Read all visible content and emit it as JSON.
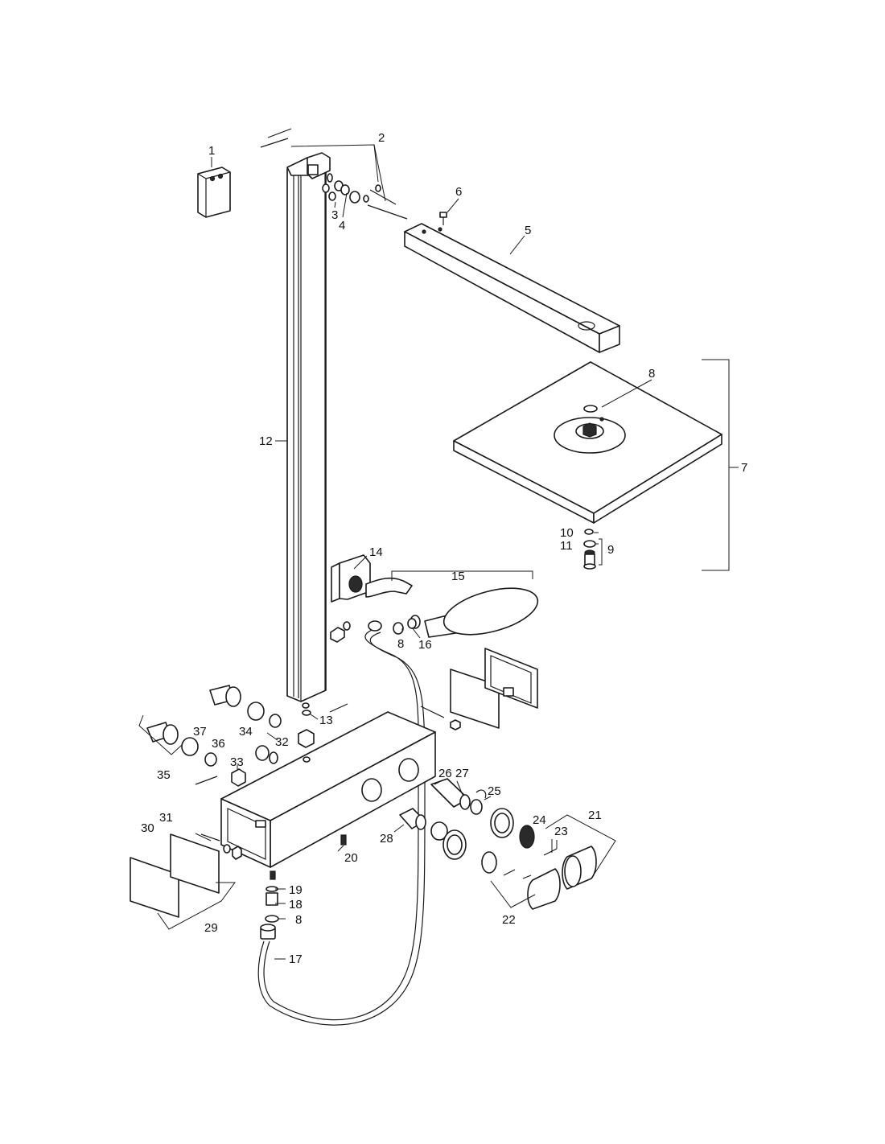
{
  "diagram": {
    "part_labels": [
      {
        "id": "p1",
        "text": "1"
      },
      {
        "id": "p2",
        "text": "2"
      },
      {
        "id": "p3",
        "text": "3"
      },
      {
        "id": "p4",
        "text": "4"
      },
      {
        "id": "p5",
        "text": "5"
      },
      {
        "id": "p6",
        "text": "6"
      },
      {
        "id": "p7",
        "text": "7"
      },
      {
        "id": "p8a",
        "text": "8"
      },
      {
        "id": "p8b",
        "text": "8"
      },
      {
        "id": "p8c",
        "text": "8"
      },
      {
        "id": "p9",
        "text": "9"
      },
      {
        "id": "p10",
        "text": "10"
      },
      {
        "id": "p11",
        "text": "11"
      },
      {
        "id": "p12",
        "text": "12"
      },
      {
        "id": "p13",
        "text": "13"
      },
      {
        "id": "p14",
        "text": "14"
      },
      {
        "id": "p15",
        "text": "15"
      },
      {
        "id": "p16",
        "text": "16"
      },
      {
        "id": "p17",
        "text": "17"
      },
      {
        "id": "p18",
        "text": "18"
      },
      {
        "id": "p19",
        "text": "19"
      },
      {
        "id": "p20",
        "text": "20"
      },
      {
        "id": "p21",
        "text": "21"
      },
      {
        "id": "p22",
        "text": "22"
      },
      {
        "id": "p23",
        "text": "23"
      },
      {
        "id": "p24",
        "text": "24"
      },
      {
        "id": "p25",
        "text": "25"
      },
      {
        "id": "p26",
        "text": "26"
      },
      {
        "id": "p27",
        "text": "27"
      },
      {
        "id": "p28",
        "text": "28"
      },
      {
        "id": "p29",
        "text": "29"
      },
      {
        "id": "p30",
        "text": "30"
      },
      {
        "id": "p31",
        "text": "31"
      },
      {
        "id": "p32",
        "text": "32"
      },
      {
        "id": "p33",
        "text": "33"
      },
      {
        "id": "p34",
        "text": "34"
      },
      {
        "id": "p35",
        "text": "35"
      },
      {
        "id": "p36",
        "text": "36"
      },
      {
        "id": "p37",
        "text": "37"
      }
    ]
  }
}
